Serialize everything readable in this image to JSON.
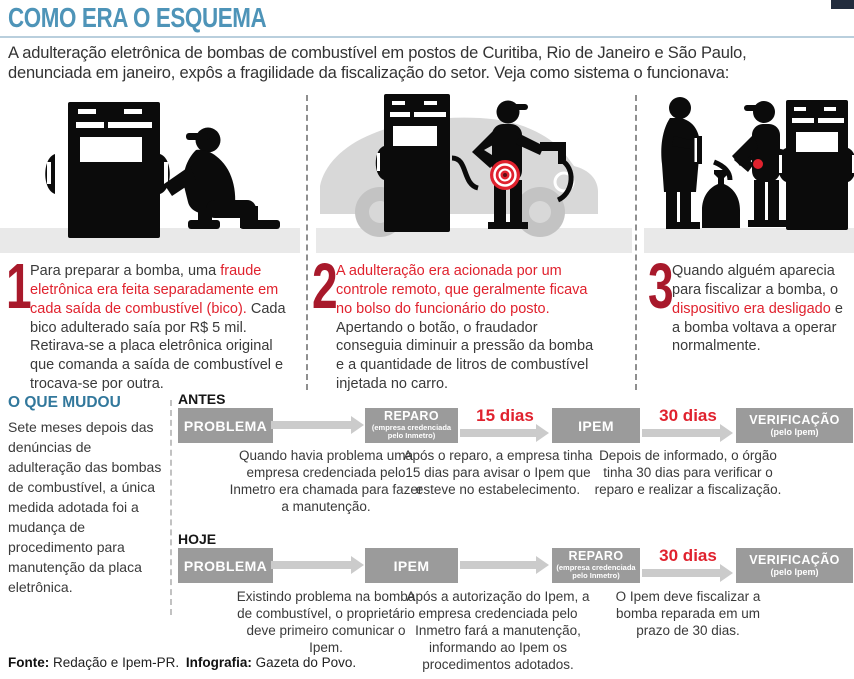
{
  "page": {
    "title": "COMO ERA O ESQUEMA",
    "intro_line1": "A adulteração eletrônica de bombas de combustível em postos de Curitiba, Rio de Janeiro e São Paulo,",
    "intro_line2": "denunciada em janeiro, expôs a fragilidade da fiscalização do setor. Veja como sistema o funcionava:"
  },
  "colors": {
    "accent_teal": "#4e94b8",
    "section_teal": "#32789c",
    "highlight_red": "#e0222e",
    "number_red": "#a8192b",
    "flow_box_gray": "#9b9b9b",
    "arrow_gray": "#cbcbcb",
    "silhouette_black": "#0b0b0b",
    "car_gray": "#d8d8d8"
  },
  "steps": [
    {
      "number": "1",
      "pre": "Para preparar a bomba, uma ",
      "red": "fraude eletrônica era feita separadamente em cada saída de combustível (bico).",
      "post": " Cada bico adulterado saía por R$ 5 mil. Retirava-se a placa eletrônica original que comanda a saída de combustível e trocava-se por outra."
    },
    {
      "number": "2",
      "pre": "",
      "red": "A adulteração era acionada por um controle remoto, que geralmente ficava no bolso do funcionário do posto.",
      "post": " Apertando o botão, o fraudador conseguia diminuir a pressão da bomba e a quantidade de litros de combustível injetada no carro."
    },
    {
      "number": "3",
      "pre": "Quando alguém aparecia para fiscalizar a bomba, o ",
      "red": "dispositivo era desligado",
      "post": " e a bomba voltava a operar normalmente."
    }
  ],
  "changed": {
    "heading": "O QUE MUDOU",
    "body": "Sete meses depois das denúncias de adulteração das bombas de combustível, a única medida adotada foi a mudança de procedimento para manutenção da placa eletrônica."
  },
  "flows": {
    "antes": {
      "label": "ANTES",
      "boxes": [
        {
          "title": "PROBLEMA",
          "subtitle": ""
        },
        {
          "title": "REPARO",
          "subtitle": "(empresa credenciada pelo Inmetro)"
        },
        {
          "title": "IPEM",
          "subtitle": ""
        },
        {
          "title": "VERIFICAÇÃO",
          "subtitle": "(pelo Ipem)"
        }
      ],
      "connectors": [
        "",
        "15 dias",
        "30 dias"
      ],
      "notes": [
        "Quando havia problema uma empresa credenciada pelo Inmetro era chamada para fazer a manutenção.",
        "Após o reparo, a empresa tinha 15 dias para avisar o Ipem que esteve no estabelecimento.",
        "Depois de informado, o órgão tinha 30 dias para verificar o reparo e realizar a fiscalização."
      ]
    },
    "hoje": {
      "label": "HOJE",
      "boxes": [
        {
          "title": "PROBLEMA",
          "subtitle": ""
        },
        {
          "title": "IPEM",
          "subtitle": ""
        },
        {
          "title": "REPARO",
          "subtitle": "(empresa credenciada pelo Inmetro)"
        },
        {
          "title": "VERIFICAÇÃO",
          "subtitle": "(pelo Ipem)"
        }
      ],
      "connectors": [
        "",
        "",
        "30 dias"
      ],
      "notes": [
        "Existindo problema na bomba de combustível, o proprietário deve primeiro comunicar o Ipem.",
        "Após a autorização do Ipem, a empresa credenciada pelo Inmetro fará a manutenção, informando ao Ipem os procedimentos adotados.",
        "O Ipem deve fiscalizar a bomba reparada em um prazo de 30 dias."
      ]
    }
  },
  "footer": {
    "source_label": "Fonte:",
    "source_text": "Redação e Ipem-PR.",
    "credit_label": "Infografia:",
    "credit_text": "Gazeta do Povo."
  }
}
